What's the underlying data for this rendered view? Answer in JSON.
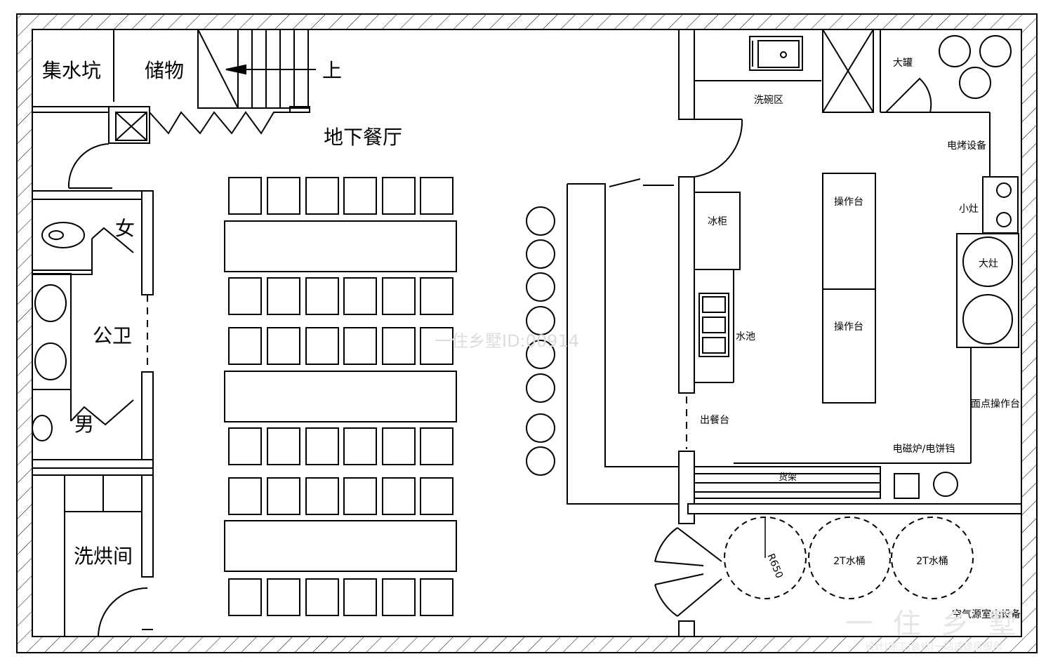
{
  "rooms": {
    "sump": "集水坑",
    "storage": "储物",
    "stairs_up": "上",
    "dining": "地下餐厅",
    "female": "女",
    "restroom": "公卫",
    "male": "男",
    "laundry": "洗烘间",
    "dishwash": "洗碗区",
    "large_tank": "大罐",
    "electric_oven": "电烤设备",
    "small_stove": "小灶",
    "large_stove": "大灶",
    "workbench_1": "操作台",
    "workbench_2": "操作台",
    "fridge": "冰柜",
    "sink": "水池",
    "serving_counter": "出餐台",
    "pastry_bench": "面点操作台",
    "induction": "电磁炉/电饼铛",
    "shelf": "货架",
    "radius": "R650",
    "tank_1": "2T水桶",
    "tank_2": "2T水桶",
    "heat_pump": "空气源室内设备"
  },
  "watermark": {
    "id_text": "一住乡墅ID:00914",
    "brand": "一住乡墅",
    "slogan": "设计|施工|装修|一站式建房服务"
  }
}
